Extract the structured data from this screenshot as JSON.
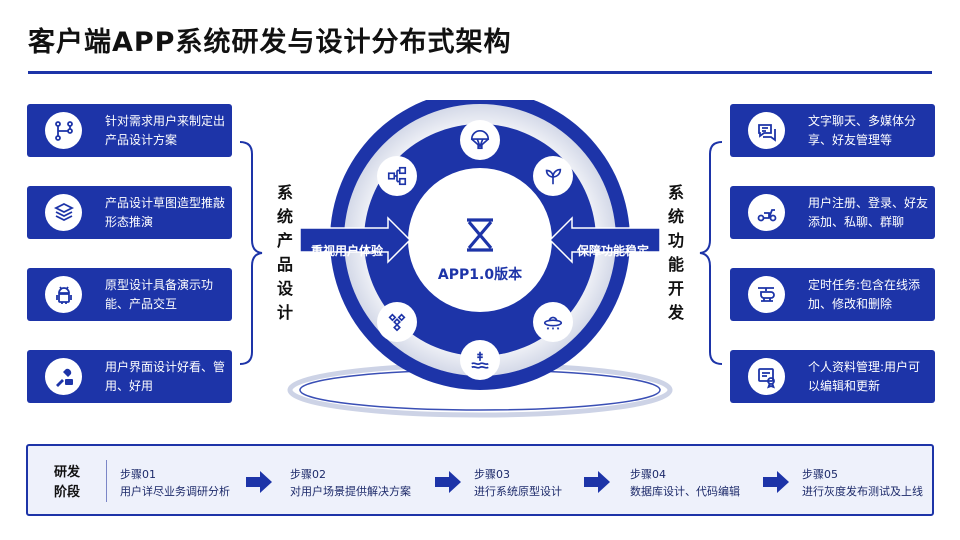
{
  "title": "客户端APP系统研发与设计分布式架构",
  "colors": {
    "primary": "#1d34a8",
    "ring_light": "#dfe3ef",
    "panel_bg": "#eef1fb"
  },
  "left_label": "系统产品设计",
  "right_label": "系统功能开发",
  "center": {
    "label": "APP1.0版本",
    "left_arrow": "重视用户体验",
    "right_arrow": "保障功能稳定"
  },
  "left_cards": [
    {
      "icon": "flowchart-icon",
      "text": "针对需求用户来制定出产品设计方案"
    },
    {
      "icon": "cube-icon",
      "text": "产品设计草图造型推敲形态推演"
    },
    {
      "icon": "android-icon",
      "text": "原型设计具备演示功能、产品交互"
    },
    {
      "icon": "tools-icon",
      "text": "用户界面设计好看、管用、好用"
    }
  ],
  "right_cards": [
    {
      "icon": "chat-icon",
      "text": "文字聊天、多媒体分享、好友管理等"
    },
    {
      "icon": "scooter-icon",
      "text": "用户注册、登录、好友添加、私聊、群聊"
    },
    {
      "icon": "helicopter-icon",
      "text": "定时任务:包含在线添加、修改和删除"
    },
    {
      "icon": "certificate-icon",
      "text": "个人资料管理:用户可以编辑和更新"
    }
  ],
  "ring_icons": [
    "parachute-icon",
    "plant-icon",
    "ufo-icon",
    "waves-icon",
    "diamonds-icon",
    "diagram-icon"
  ],
  "steps_section": {
    "phase_label": "研发阶段",
    "steps": [
      {
        "num": "步骤01",
        "text": "用户详尽业务调研分析"
      },
      {
        "num": "步骤02",
        "text": "对用户场景提供解决方案"
      },
      {
        "num": "步骤03",
        "text": "进行系统原型设计"
      },
      {
        "num": "步骤04",
        "text": "数据库设计、代码编辑"
      },
      {
        "num": "步骤05",
        "text": "进行灰度发布测试及上线"
      }
    ]
  }
}
